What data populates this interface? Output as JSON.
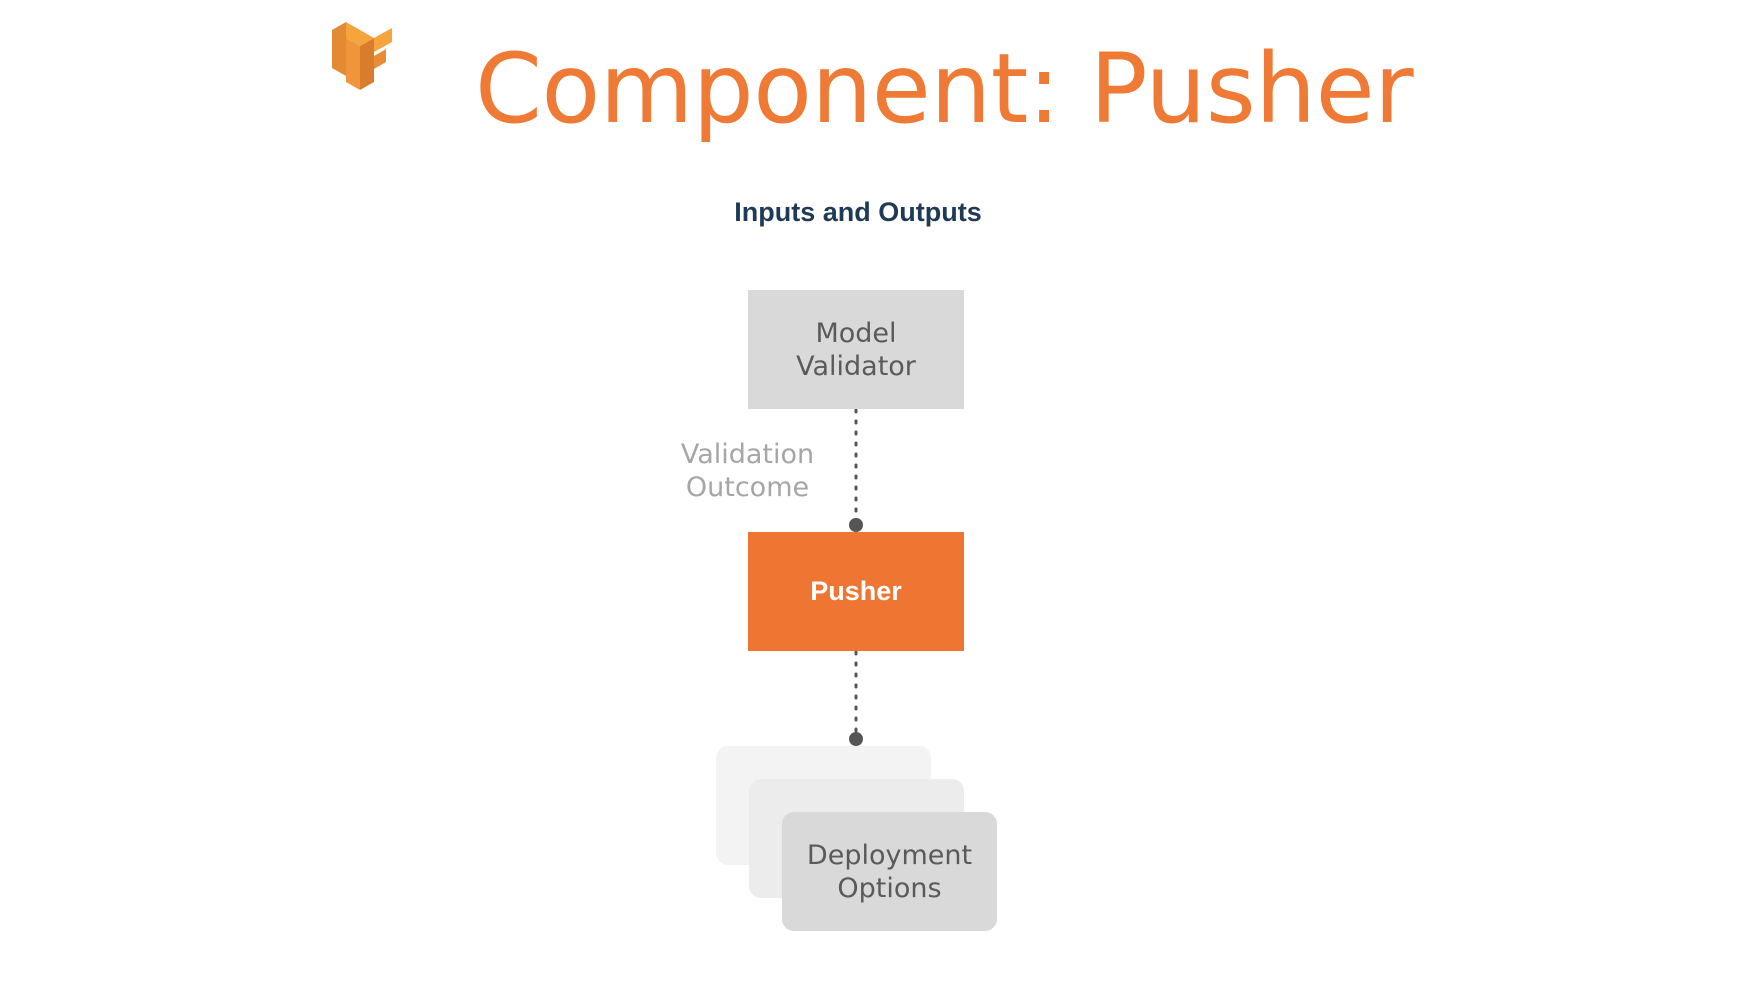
{
  "slide": {
    "title": "Component: Pusher",
    "subtitle": "Inputs and Outputs",
    "logo_icon": "tensorflow-logo-icon"
  },
  "diagram": {
    "nodes": [
      {
        "id": "model-validator",
        "label": "Model\nValidator",
        "fill": "#d9d9d9",
        "text_color": "#5a5a5a"
      },
      {
        "id": "pusher",
        "label": "Pusher",
        "fill": "#ef7533",
        "text_color": "#ffffff"
      },
      {
        "id": "deployment-options",
        "label": "Deployment\nOptions",
        "fill": "#d9d9d9",
        "text_color": "#5a5a5a"
      }
    ],
    "edges": [
      {
        "from": "model-validator",
        "to": "pusher",
        "label": "Validation\nOutcome",
        "style": "dotted"
      },
      {
        "from": "pusher",
        "to": "deployment-options",
        "label": "",
        "style": "dotted"
      }
    ]
  },
  "colors": {
    "accent": "#ef7a35",
    "subtitle": "#1f3a56",
    "edge_label": "#a6a6a6",
    "connector": "#555555"
  }
}
